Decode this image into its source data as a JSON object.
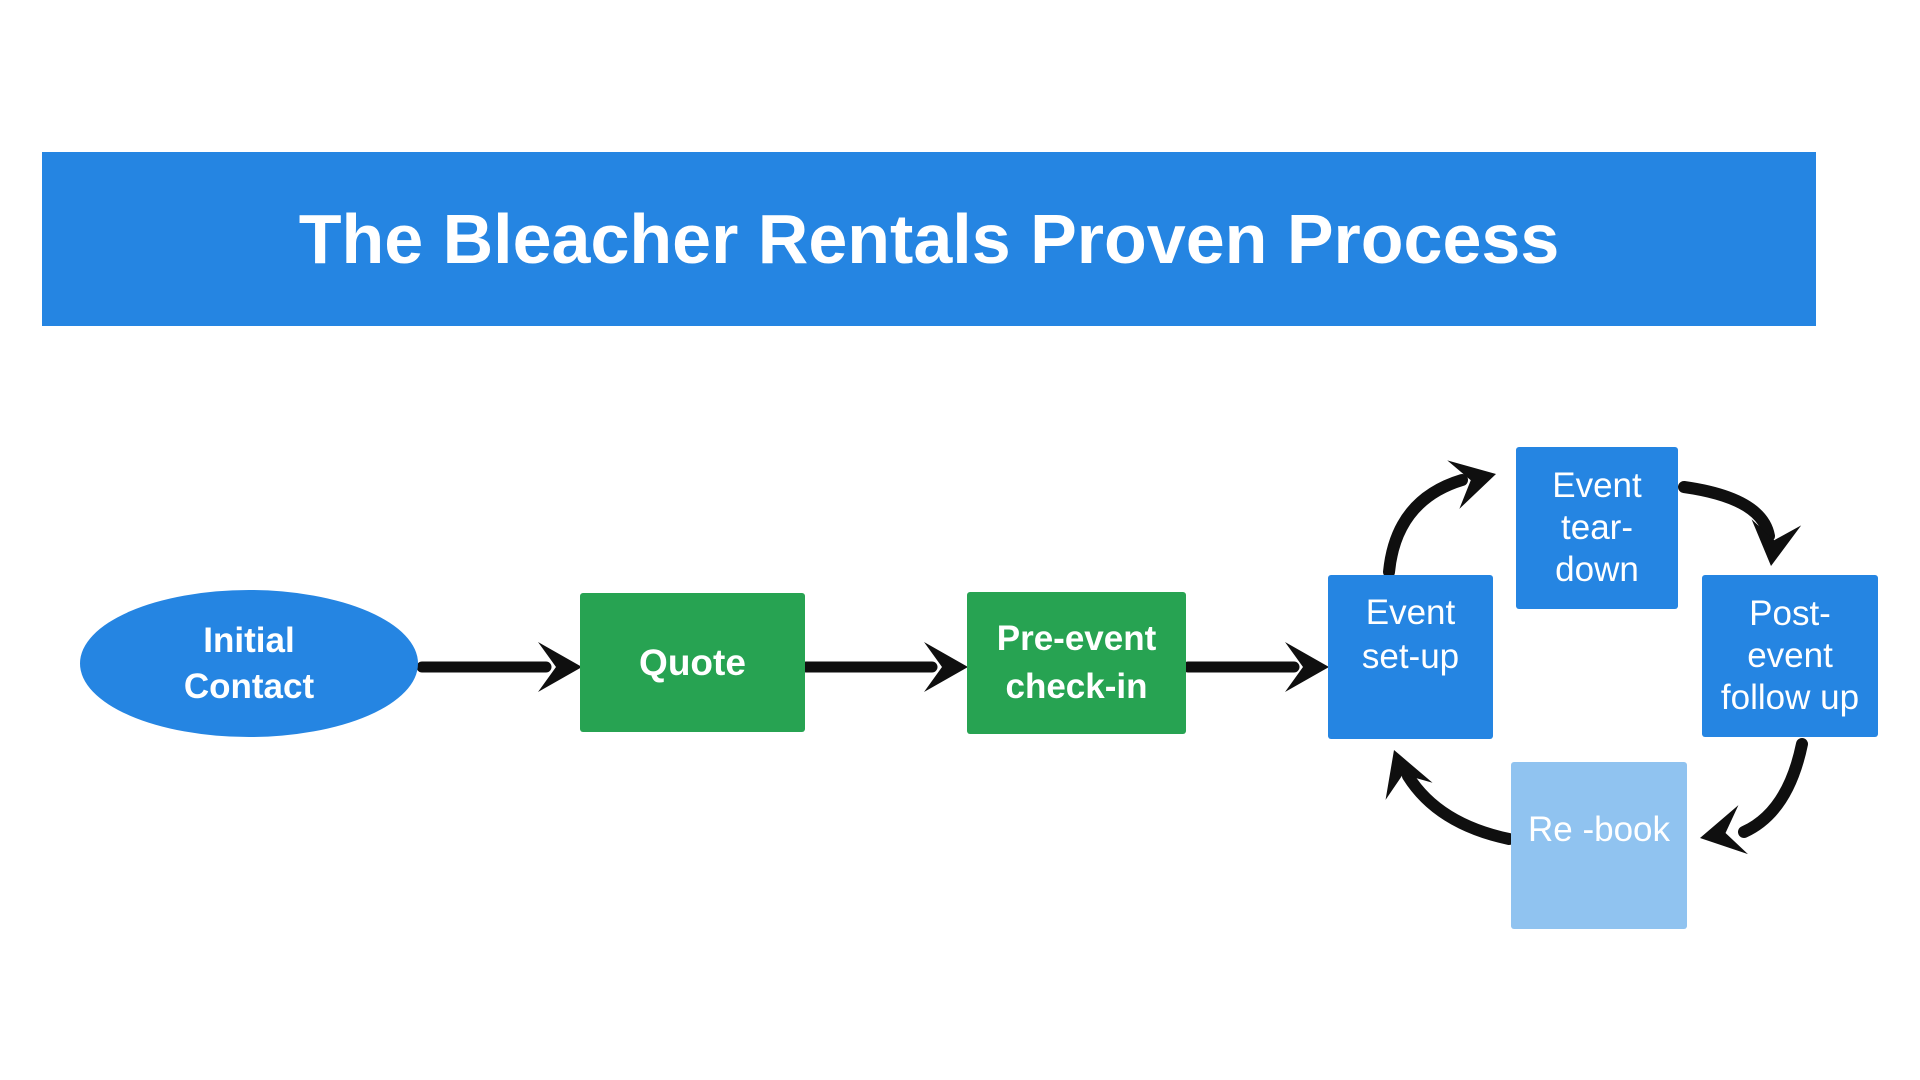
{
  "title": "The Bleacher Rentals Proven Process",
  "process": {
    "steps": [
      {
        "id": "initial-contact",
        "label": "Initial Contact",
        "shape": "ellipse",
        "color_role": "primary_blue",
        "lines": [
          "Initial",
          "Contact"
        ]
      },
      {
        "id": "quote",
        "label": "Quote",
        "shape": "rectangle",
        "color_role": "green",
        "lines": [
          "Quote"
        ]
      },
      {
        "id": "pre-event-check-in",
        "label": "Pre-event check-in",
        "shape": "rectangle",
        "color_role": "green",
        "lines": [
          "Pre-event",
          "check-in"
        ]
      },
      {
        "id": "event-set-up",
        "label": "Event set-up",
        "shape": "rectangle",
        "color_role": "primary_blue",
        "lines": [
          "Event",
          "set-up"
        ]
      }
    ],
    "cycle_steps": [
      {
        "id": "event-tear-down",
        "label": "Event tear-down",
        "shape": "rectangle",
        "color_role": "primary_blue",
        "lines": [
          "Event",
          "tear-",
          "down"
        ]
      },
      {
        "id": "post-event-follow-up",
        "label": "Post-event follow up",
        "shape": "rectangle",
        "color_role": "primary_blue",
        "lines": [
          "Post-",
          "event",
          "follow up"
        ]
      },
      {
        "id": "re-book",
        "label": "Re -book",
        "shape": "rectangle",
        "color_role": "light_blue",
        "lines": [
          "Re -book"
        ]
      }
    ],
    "flow_order": [
      "initial-contact",
      "quote",
      "pre-event-check-in",
      "event-set-up",
      "event-tear-down",
      "post-event-follow-up",
      "re-book",
      "event-set-up"
    ]
  },
  "colors": {
    "primary_blue": "#2585e2",
    "green": "#27a352",
    "light_blue": "#90c3f0",
    "arrow_black": "#0f0f0f",
    "text_white": "#ffffff",
    "background": "#ffffff"
  }
}
